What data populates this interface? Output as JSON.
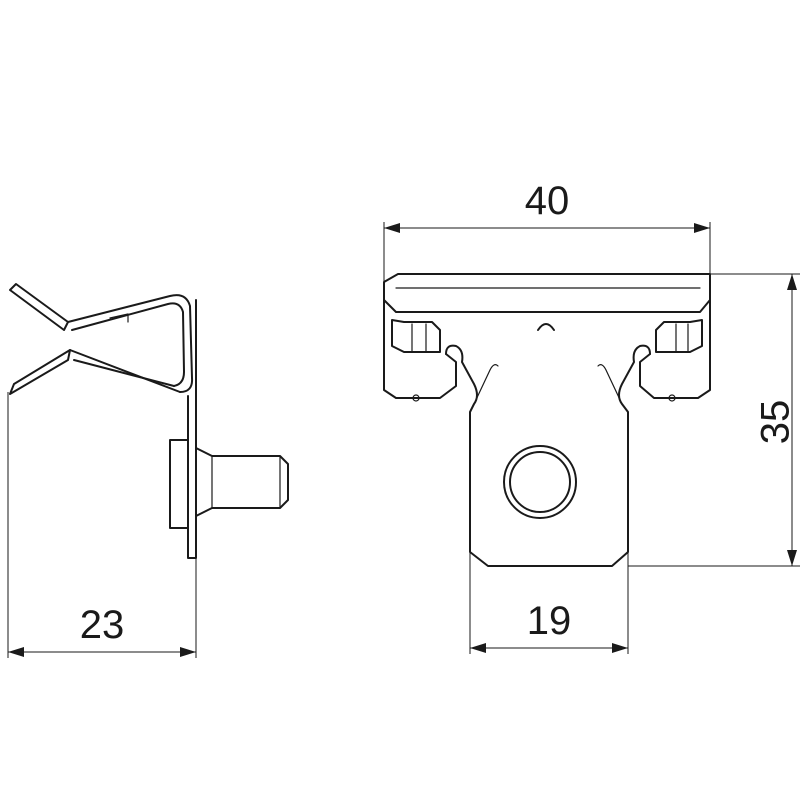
{
  "dimensions": {
    "side_width": "23",
    "total_width": "40",
    "tab_width": "19",
    "height": "35"
  }
}
